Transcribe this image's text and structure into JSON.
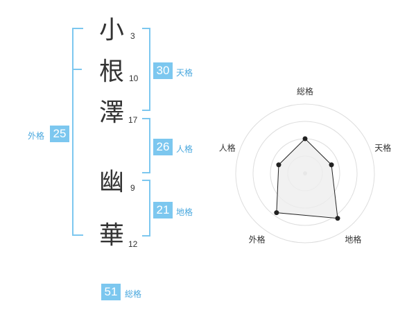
{
  "name_chars": [
    {
      "char": "小",
      "strokes": "3"
    },
    {
      "char": "根",
      "strokes": "10"
    },
    {
      "char": "澤",
      "strokes": "17"
    },
    {
      "char": "幽",
      "strokes": "9"
    },
    {
      "char": "華",
      "strokes": "12"
    }
  ],
  "fortunes": {
    "tenkaku": {
      "value": "30",
      "label": "天格"
    },
    "jinkaku": {
      "value": "26",
      "label": "人格"
    },
    "chikaku": {
      "value": "21",
      "label": "地格"
    },
    "gaikaku": {
      "value": "25",
      "label": "外格"
    },
    "soukaku": {
      "value": "51",
      "label": "総格"
    }
  },
  "colors": {
    "accent": "#7cc7ef",
    "accent_text": "#4aa8de",
    "radar_fill": "#eeeeee",
    "radar_line": "#222222"
  },
  "chart_data": {
    "type": "radar",
    "axes": [
      "総格",
      "天格",
      "地格",
      "外格",
      "人格"
    ],
    "values": [
      2.5,
      2,
      4,
      3.5,
      2
    ],
    "max": 5,
    "rings": 4
  }
}
